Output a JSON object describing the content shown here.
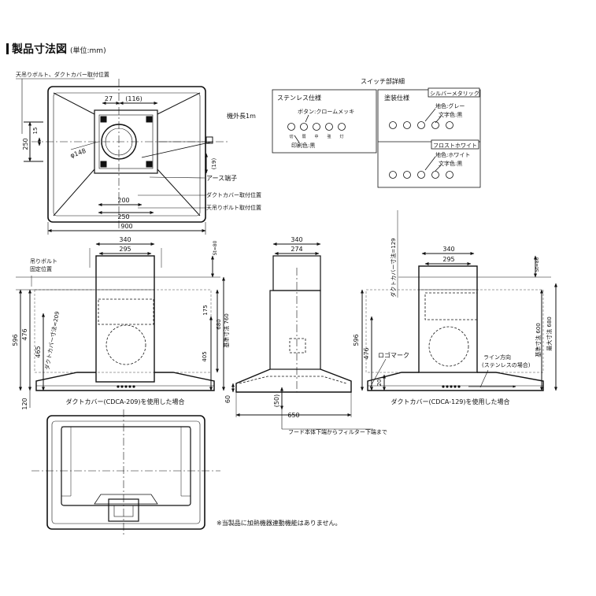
{
  "header": {
    "title": "製品寸法図",
    "unit": "(単位:mm)"
  },
  "top_view": {
    "ceiling_bolt_duct_label": "天吊りボルト、ダクトカバー取付位置",
    "cord_label": "機外長1m",
    "earth_label": "アース端子",
    "duct_mount_label": "ダクトカバー取付位置",
    "bolt_mount_label": "天吊りボルト取付位置",
    "dims": {
      "d27": "27",
      "d116": "(116)",
      "d250v": "250",
      "d15": "15",
      "d148": "φ148",
      "d19": "(19)",
      "d200": "200",
      "d250h": "250",
      "d900": "900"
    }
  },
  "switch_detail": {
    "title": "スイッチ部詳細",
    "stainless_label": "ステンレス仕様",
    "button_label": "ボタン:クロームメッキ",
    "print_label": "印刷色:黒",
    "button_names": [
      "切",
      "弱",
      "中",
      "強",
      "灯"
    ],
    "painted_label": "塗装仕様",
    "silver_label": "シルバーメタリック",
    "silver_base": "地色:グレー",
    "silver_text": "文字色:黒",
    "frost_label": "フロストホワイト",
    "frost_base": "地色:ホワイト",
    "frost_text": "文字色:黒"
  },
  "front_left": {
    "bolt_label": "吊りボルト",
    "fix_label": "固定位置",
    "duct_dim_label": "ダクトカバー寸法=209",
    "caption": "ダクトカバー(CDCA-209)を使用した場合",
    "dims": {
      "w340": "340",
      "w295": "295",
      "st80": "St=80",
      "h175": "175",
      "h680": "680",
      "h760": "基準寸法 760",
      "h405": "405",
      "h596": "596",
      "h476": "476",
      "h465": "465",
      "h120": "120"
    }
  },
  "side_view": {
    "filter_label": "フード本体下端からフィルター下端まで",
    "dims": {
      "w340": "340",
      "w274": "274",
      "h60": "60",
      "h50": "(50)",
      "w650": "650"
    }
  },
  "front_right": {
    "duct_dim_label": "ダクトカバー寸法=129",
    "logo_label": "ロゴマーク",
    "line_label": "ライン方向",
    "line_sub": "(ステンレスの場合)",
    "caption": "ダクトカバー(CDCA-129)を使用した場合",
    "dims": {
      "w340": "340",
      "w295": "295",
      "st80": "St=80",
      "h600": "基準寸法 600",
      "h680": "最大寸法 680",
      "h596": "596",
      "h476": "476",
      "h20": "20"
    }
  },
  "note": "※当製品に加熱機器連動機能はありません。"
}
